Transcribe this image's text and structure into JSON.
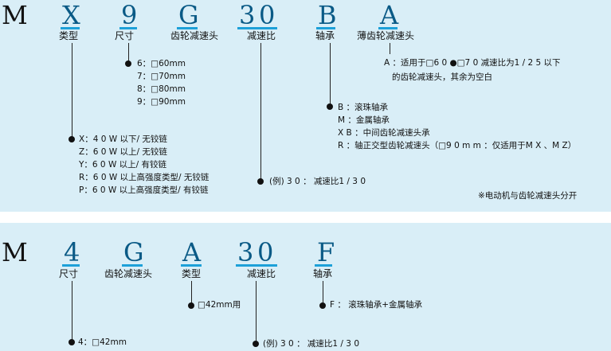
{
  "top": {
    "code": [
      "M",
      "X",
      "9",
      "G",
      "3",
      "0",
      "B",
      "A"
    ],
    "labels": {
      "x": "类型",
      "size": "尺寸",
      "gearhead": "齿轮减速头",
      "ratio": "减速比",
      "bearing": "轴承",
      "thin": "薄齿轮减速头"
    },
    "size_items": [
      "6：□60mm",
      "7：□70mm",
      "8：□80mm",
      "9：□90mm"
    ],
    "type_items": [
      "X：4 0 W 以下/ 无铰链",
      "Z：6 0 W 以上/ 无铰链",
      "Y：6 0 W 以上/ 有铰链",
      "R：6 0 W 以上高强度类型/ 无铰链",
      "P：6 0 W 以上高强度类型/ 有铰链"
    ],
    "ratio_item": "(例) 3 0 ： 减速比1 / 3 0",
    "bearing_items": [
      "B ：滚珠轴承",
      "M ：金属轴承",
      "X B ：中间齿轮减速头承",
      "R ：轴正交型齿轮减速头（□9 0 m m ：仅适用于M X 、M Z）"
    ],
    "thin_item_line1": "A ：适用于□6 0 ●□7 0 减速比为1 / 2 5 以下",
    "thin_item_line2": "的齿轮减速头，其余为空白",
    "note": "※电动机与齿轮减速头分开"
  },
  "bottom": {
    "code": [
      "M",
      "4",
      "G",
      "A",
      "3",
      "0",
      "F"
    ],
    "labels": {
      "size": "尺寸",
      "gearhead": "齿轮减速头",
      "type": "类型",
      "ratio": "减速比",
      "bearing": "轴承"
    },
    "size_item": "4：□42mm",
    "type_item": "□42mm用",
    "ratio_item": "(例) 3 0 ： 减速比1 / 3 0",
    "bearing_item": "F ： 滚珠轴承+金属轴承"
  },
  "colors": {
    "panel_bg": "#d9eef7",
    "accent": "#1da0d8",
    "code_text": "#0a5a86"
  }
}
